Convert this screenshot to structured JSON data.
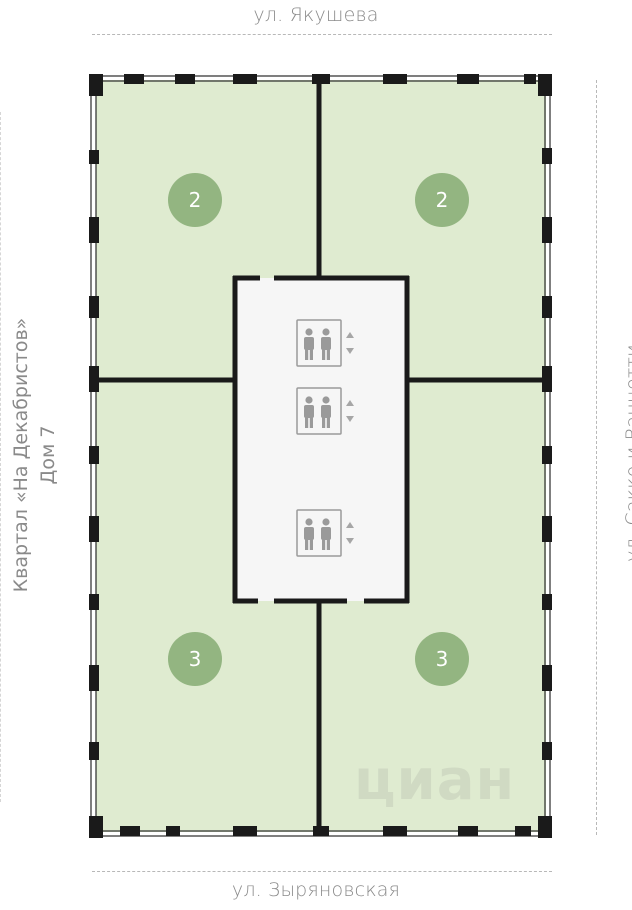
{
  "streets": {
    "top": "ул. Якушева",
    "bottom": "ул. Зыряновская",
    "right": "ул. Сакко и Ванцетти"
  },
  "neighbor": {
    "line1": "Квартал «На Декабристов»",
    "line2": "Дом 7"
  },
  "apartments": [
    {
      "id": "top-left",
      "rooms": "2"
    },
    {
      "id": "top-right",
      "rooms": "2"
    },
    {
      "id": "bottom-left",
      "rooms": "3"
    },
    {
      "id": "bottom-right",
      "rooms": "3"
    }
  ],
  "elevator_count": 3,
  "colors": {
    "apartment_fill": "#dfebd0",
    "badge": "#93b581",
    "wall": "#1a1a1a",
    "core": "#f6f6f6",
    "label": "#8a8a8a"
  },
  "icons": [
    "elevator-icon",
    "elevator-icon",
    "elevator-icon"
  ],
  "watermark": "циан"
}
